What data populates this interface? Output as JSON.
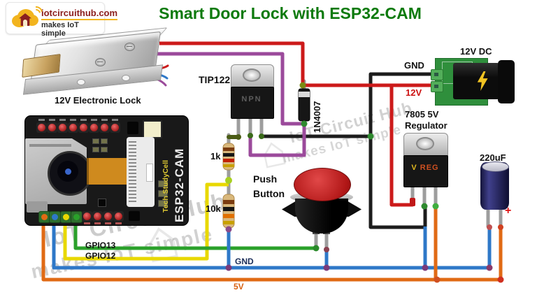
{
  "logo": {
    "site": "iotcircuithub.com",
    "tagline": "makes IoT simple"
  },
  "title": "Smart Door Lock with ESP32-CAM",
  "components": {
    "lock": {
      "label": "12V Electronic Lock"
    },
    "esp32_board": {
      "brand": "Tech StudyCell",
      "name": "ESP32-CAM"
    },
    "transistor": {
      "label": "TIP122",
      "marking": "NPN"
    },
    "flyback_diode": {
      "label": "1N4007"
    },
    "base_resistor": {
      "label": "1k"
    },
    "pulldown_resistor": {
      "label": "10k"
    },
    "push_button": {
      "label": "Push Button"
    },
    "regulator": {
      "label_line1": "7805 5V",
      "label_line2": "Regulator",
      "marking_v": "V",
      "marking_reg": "REG"
    },
    "capacitor": {
      "label": "220uF",
      "polarity": "+"
    },
    "power_jack": {
      "label": "12V DC"
    }
  },
  "net_labels": {
    "gnd_top": "GND",
    "v12": "12V",
    "gpio13": "GPIO13",
    "gpio12": "GPIO12",
    "gnd_bottom": "GND",
    "v5": "5V"
  },
  "watermark": {
    "line1": "IoT Circuit Hub",
    "line2": "makes IoT simple"
  },
  "colors": {
    "title_green": "#0d7a0d",
    "wire_red": "#cc1a1a",
    "wire_purple": "#9b4a9b",
    "wire_black": "#1c1c1c",
    "wire_green": "#2aa02a",
    "wire_yellow": "#e8d800",
    "wire_blue": "#2e78c8",
    "wire_orange": "#e06a14",
    "label_red": "#cc1111",
    "label_navy": "#1c2f5a",
    "logo_accent": "#f2b41e"
  }
}
